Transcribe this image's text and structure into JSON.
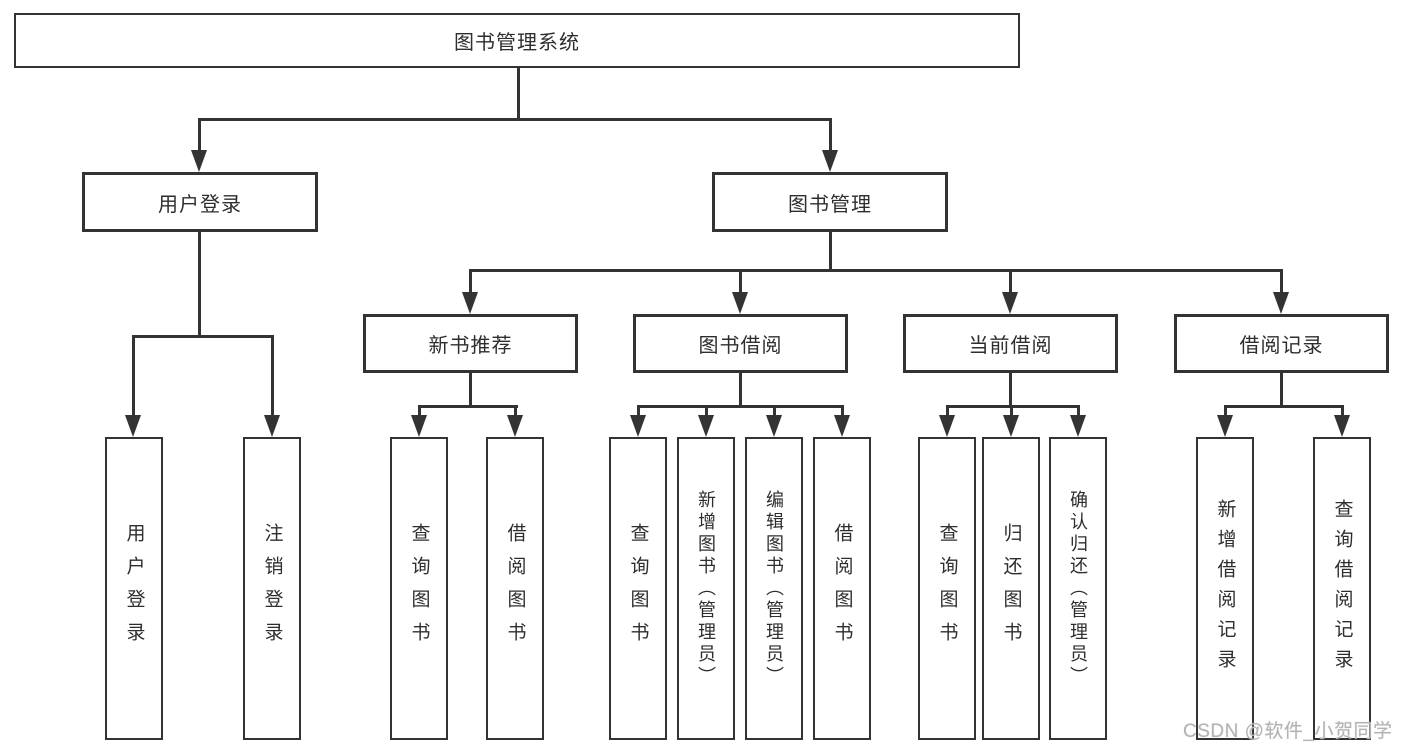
{
  "tree": {
    "label": "图书管理系统",
    "children": [
      {
        "label": "用户登录",
        "children": [
          {
            "label": "用户登录"
          },
          {
            "label": "注销登录"
          }
        ]
      },
      {
        "label": "图书管理",
        "children": [
          {
            "label": "新书推荐",
            "children": [
              {
                "label": "查询图书"
              },
              {
                "label": "借阅图书"
              }
            ]
          },
          {
            "label": "图书借阅",
            "children": [
              {
                "label": "查询图书"
              },
              {
                "label": "新增图书（管理员）"
              },
              {
                "label": "编辑图书（管理员）"
              },
              {
                "label": "借阅图书"
              }
            ]
          },
          {
            "label": "当前借阅",
            "children": [
              {
                "label": "查询图书"
              },
              {
                "label": "归还图书"
              },
              {
                "label": "确认归还（管理员）"
              }
            ]
          },
          {
            "label": "借阅记录",
            "children": [
              {
                "label": "新增借阅记录"
              },
              {
                "label": "查询借阅记录"
              }
            ]
          }
        ]
      }
    ]
  },
  "watermark": {
    "text": "CSDN @软件_小贺同学"
  },
  "colors": {
    "line": "#333333",
    "box_background": "#ffffff",
    "text": "#2e2e2e",
    "watermark": "#b3b3b3"
  }
}
